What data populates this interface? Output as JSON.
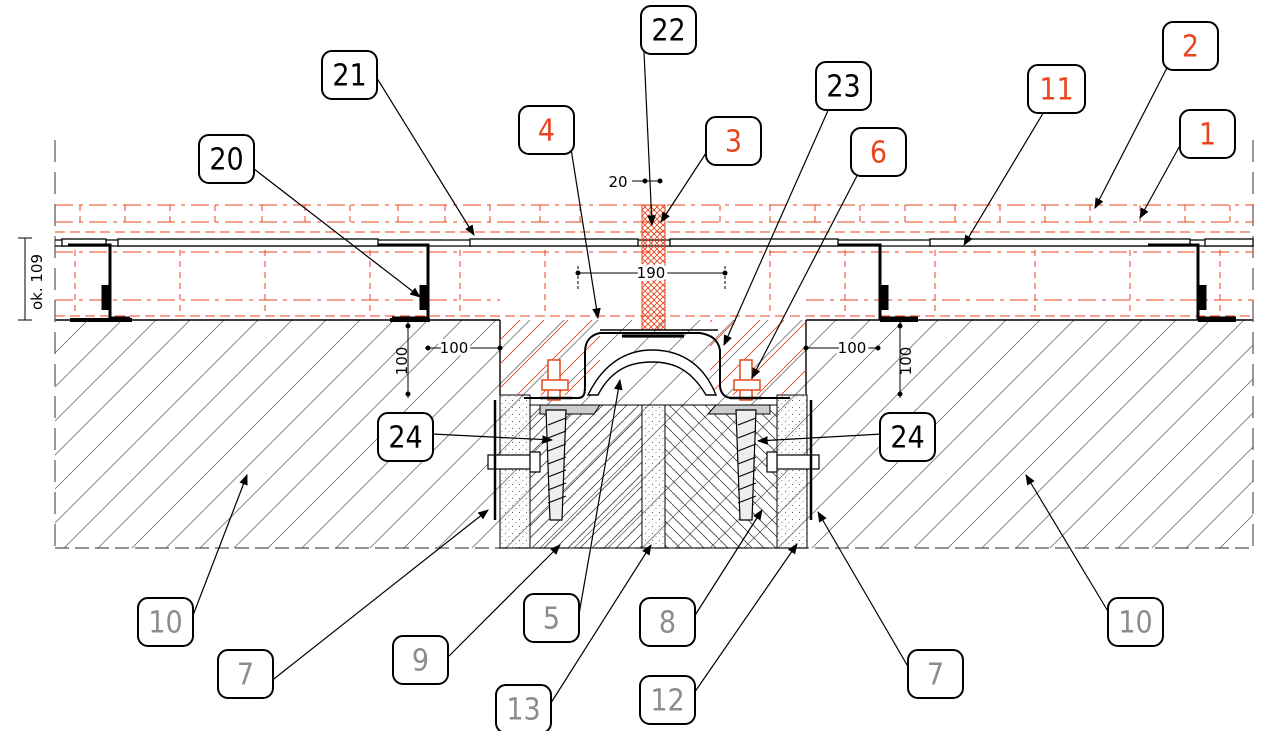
{
  "colors": {
    "black": "#000000",
    "orange": "#e8461e",
    "grey": "#8c8c8c",
    "hatch": "#555555",
    "orange_dash": "#e8461e"
  },
  "callouts": [
    {
      "id": "1",
      "label": "1",
      "style": "orange"
    },
    {
      "id": "2",
      "label": "2",
      "style": "orange"
    },
    {
      "id": "3",
      "label": "3",
      "style": "orange"
    },
    {
      "id": "4",
      "label": "4",
      "style": "orange"
    },
    {
      "id": "5",
      "label": "5",
      "style": "grey"
    },
    {
      "id": "6",
      "label": "6",
      "style": "orange"
    },
    {
      "id": "7a",
      "label": "7",
      "style": "grey"
    },
    {
      "id": "7b",
      "label": "7",
      "style": "grey"
    },
    {
      "id": "8",
      "label": "8",
      "style": "grey"
    },
    {
      "id": "9",
      "label": "9",
      "style": "grey"
    },
    {
      "id": "10a",
      "label": "10",
      "style": "grey"
    },
    {
      "id": "10b",
      "label": "10",
      "style": "grey"
    },
    {
      "id": "11",
      "label": "11",
      "style": "orange"
    },
    {
      "id": "12",
      "label": "12",
      "style": "grey"
    },
    {
      "id": "13",
      "label": "13",
      "style": "grey"
    },
    {
      "id": "20",
      "label": "20",
      "style": "black"
    },
    {
      "id": "21",
      "label": "21",
      "style": "black"
    },
    {
      "id": "22",
      "label": "22",
      "style": "black"
    },
    {
      "id": "23",
      "label": "23",
      "style": "black"
    },
    {
      "id": "24a",
      "label": "24",
      "style": "black"
    },
    {
      "id": "24b",
      "label": "24",
      "style": "black"
    }
  ],
  "dimensions": {
    "thickness": "ok. 109",
    "joint_width": "20",
    "span": "190",
    "offset_left": "100",
    "offset_right": "100",
    "depth_left": "100",
    "depth_right": "100"
  }
}
